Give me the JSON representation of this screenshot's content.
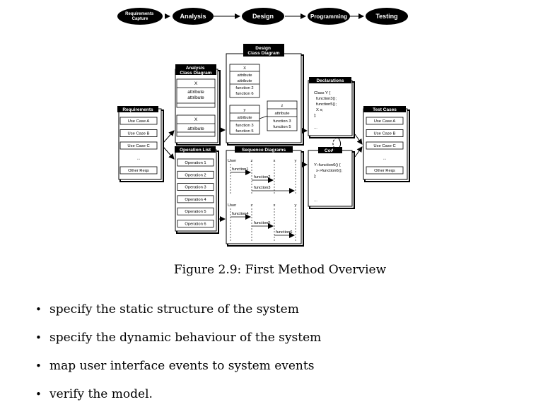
{
  "figure": {
    "pipeline": [
      "Requirements Capture",
      "Analysis",
      "Design",
      "Programming",
      "Testing"
    ],
    "requirements": {
      "title": "Requirements",
      "items": [
        "Use Case A",
        "Use Case B",
        "Use Case C",
        "...",
        "Other Reqs"
      ]
    },
    "analysis_class_diagram": {
      "title_line1": "Analysis",
      "title_line2": "Class Diagram",
      "class1": {
        "name": "X",
        "attrs": [
          "attribute",
          "attribute"
        ]
      },
      "class2": {
        "name": "X",
        "attrs": [
          "attribute"
        ]
      }
    },
    "operation_list": {
      "title": "Operation List",
      "items": [
        "Operation 1",
        "Operation 2",
        "Operation 3",
        "Operation 4",
        "Operation 5",
        "Operation 6"
      ]
    },
    "design_class_diagram": {
      "title_line1": "Design",
      "title_line2": "Class Diagram",
      "class_x": {
        "name": "X",
        "attrs": [
          "attribute",
          "attribute"
        ],
        "ops": [
          "function 2",
          "function 6"
        ]
      },
      "class_y": {
        "name": "y",
        "attrs": [
          "attribute"
        ],
        "ops": [
          "function 3",
          "function 5"
        ]
      },
      "class_z": {
        "name": "z",
        "attrs": [
          "attribute"
        ],
        "ops": [
          "function 3",
          "function 5"
        ]
      }
    },
    "sequence_diagrams": {
      "title": "Sequence Diagrams",
      "lifelines": [
        "User",
        "z",
        "x",
        "y"
      ],
      "seq1": [
        "function1",
        "function2",
        "function3"
      ],
      "seq2": [
        "function4",
        "function5",
        "function6"
      ]
    },
    "declarations": {
      "title": "Declarations",
      "lines": [
        "Class Y {",
        "function3();",
        "function5();",
        "X x;",
        "};",
        "..."
      ]
    },
    "code": {
      "title": "Code",
      "lines": [
        "Y::function6() {",
        "x->function6();",
        "};",
        "..."
      ]
    },
    "test_cases": {
      "title": "Test Cases",
      "items": [
        "Use Case A",
        "Use Case B",
        "Use Case C",
        "...",
        "Other Reqs"
      ]
    }
  },
  "caption": "Figure 2.9: First Method Overview",
  "bullets": [
    "specify the static structure of the system",
    "specify the dynamic behaviour of the system",
    "map user interface events to system events",
    "verify the model."
  ],
  "bullet_symbol": "•"
}
